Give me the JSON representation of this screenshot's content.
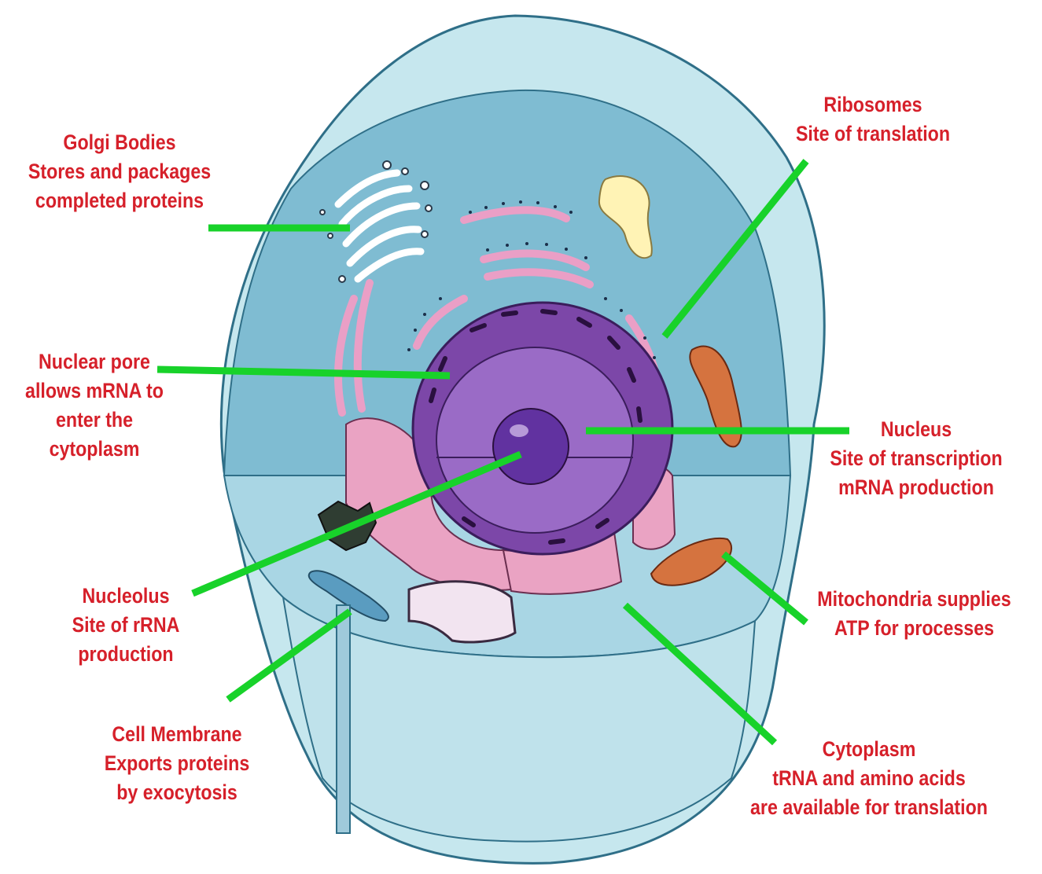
{
  "colors": {
    "label_text": "#d6202a",
    "leader_line": "#18d22a",
    "cell_outer": "#c3e6ee",
    "cell_inner": "#8cc3d6",
    "nucleus": "#7a44a6",
    "nucleolus": "#5b2d91",
    "er": "#e9a6c6",
    "golgi": "#ffffff",
    "vacuole": "#fff2b8",
    "mitochondria": "#d0703a"
  },
  "labels": {
    "golgi": {
      "lines": [
        "Golgi Bodies",
        "Stores and packages",
        "completed proteins"
      ]
    },
    "ribosomes": {
      "lines": [
        "Ribosomes",
        "Site of translation"
      ]
    },
    "nuclear_pore": {
      "lines": [
        "Nuclear pore",
        "allows mRNA to",
        "enter the",
        "cytoplasm"
      ]
    },
    "nucleus": {
      "lines": [
        "Nucleus",
        "Site of transcription",
        "mRNA production"
      ]
    },
    "nucleolus": {
      "lines": [
        "Nucleolus",
        "Site of rRNA",
        "production"
      ]
    },
    "mitochondria": {
      "lines": [
        "Mitochondria supplies",
        "ATP for processes"
      ]
    },
    "cell_membrane": {
      "lines": [
        "Cell Membrane",
        "Exports proteins",
        "by exocytosis"
      ]
    },
    "cytoplasm": {
      "lines": [
        "Cytoplasm",
        "tRNA and amino acids",
        "are available for translation"
      ]
    }
  }
}
